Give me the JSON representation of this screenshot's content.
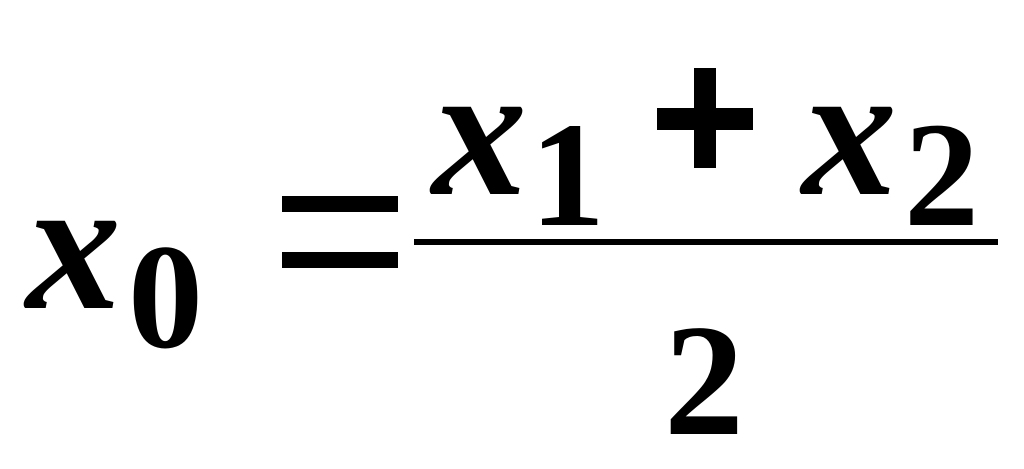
{
  "formula": {
    "lhs_var": "x",
    "lhs_sub": "0",
    "equals": "=",
    "num_var1": "x",
    "num_sub1": "1",
    "plus": "+",
    "num_var2": "x",
    "num_sub2": "2",
    "denominator": "2"
  }
}
